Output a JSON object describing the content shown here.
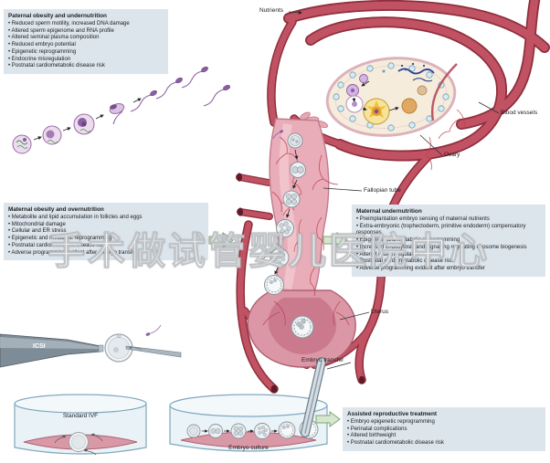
{
  "watermark": "手术做试管婴儿医院中心",
  "boxes": {
    "paternal": {
      "title": "Paternal obesity and undernutrition",
      "items": [
        "Reduced sperm motility, increased DNA damage",
        "Altered sperm epigenome and RNA profile",
        "Altered seminal plasma composition",
        "Reduced embryo potential",
        "Epigenetic reprogramming",
        "Endocrine misregulation",
        "Postnatal cardiometabolic disease risk"
      ]
    },
    "maternal_obesity": {
      "title": "Maternal obesity and overnutrition",
      "items": [
        "Metabolite and lipid accumulation in follicles and eggs",
        "Mitochondrial damage",
        "Cellular and ER stress",
        "Epigenetic and metabolic reprogramming",
        "Postnatal cardiometabolic disease risk",
        "Adverse programming evident after embryo transfer"
      ]
    },
    "maternal_undernutrition": {
      "title": "Maternal undernutrition",
      "items": [
        "Preimplantation embryo sensing of maternal nutrients",
        "Extra-embryonic (trophectoderm, primitive endoderm) compensatory responses",
        "Epigenetic and metabolic reprogramming",
        "Increased endocytosis and signalling regulating ribosome biogenesis",
        "Altered growth regulation",
        "Postnatal cardiometabolic disease risk",
        "Adverse programming evident after embryo transfer"
      ]
    },
    "art": {
      "title": "Assisted reproductive treatment",
      "items": [
        "Embryo epigenetic reprogramming",
        "Perinatal complications",
        "Altered birthweight",
        "Postnatal cardiometabolic disease risk"
      ]
    }
  },
  "labels": {
    "nutrients": "Nutrients",
    "blood_vessels": "Blood vessels",
    "ovary": "Ovary",
    "fallopian_tube": "Fallopian tube",
    "uterus": "Uterus",
    "embryo_transfer": "Embryo transfer",
    "embryo_culture": "Embryo culture",
    "icsi": "ICSI",
    "standard_ivf": "Standard IVF"
  },
  "colors": {
    "vessel_red": "#b5485a",
    "vessel_dark": "#8e2f3c",
    "tissue_pink": "#e9adb9",
    "uterus_pink": "#db97a5",
    "box_background": "#dce5ec",
    "arrow_green": "#d7e7cf",
    "follicle_teal": "#d9ebf1",
    "cell_purple": "#8a5fa0",
    "embryo_grey": "#eceff1"
  }
}
